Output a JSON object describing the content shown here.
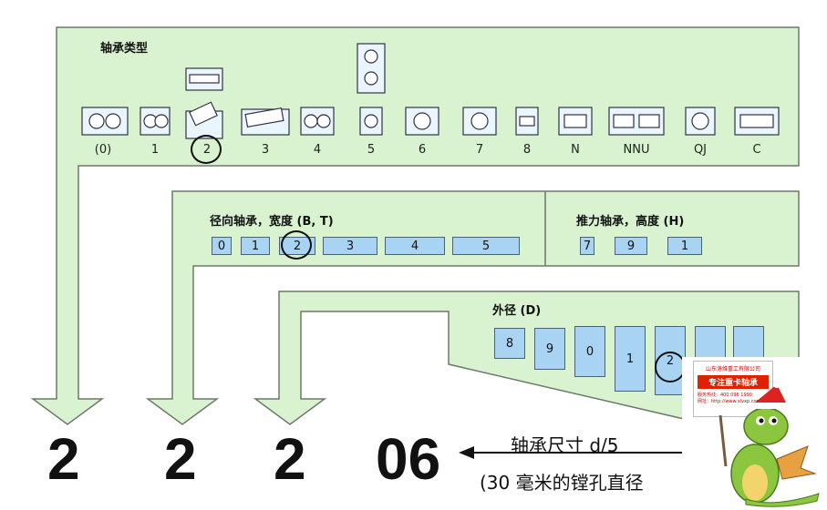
{
  "bearing_type": {
    "label": "轴承类型",
    "codes": [
      "(0)",
      "1",
      "2",
      "3",
      "4",
      "5",
      "6",
      "7",
      "8",
      "N",
      "NNU",
      "QJ",
      "C"
    ]
  },
  "radial": {
    "label": "径向轴承，宽度 (B, T)",
    "codes": [
      "0",
      "1",
      "2",
      "3",
      "4",
      "5"
    ]
  },
  "thrust": {
    "label": "推力轴承，高度 (H)",
    "codes": [
      "7",
      "9",
      "1"
    ]
  },
  "outer": {
    "label": "外径 (D)",
    "codes": [
      "8",
      "9",
      "0",
      "1",
      "2"
    ]
  },
  "result": {
    "digits": [
      "2",
      "2",
      "2",
      "06"
    ],
    "size_label": "轴承尺寸 d/5",
    "bore_note": "(30 毫米的镗孔直径"
  },
  "ad": {
    "line1": "山东洛维重工有限公司",
    "line2": "专注重卡轴承",
    "line3": "服务热线：400 096 1990",
    "line4": "网址：http://www.xlvxp.com"
  },
  "colors": {
    "panel": "#d9f2d0",
    "box": "#a8d3f2",
    "border": "#6a7a68"
  }
}
